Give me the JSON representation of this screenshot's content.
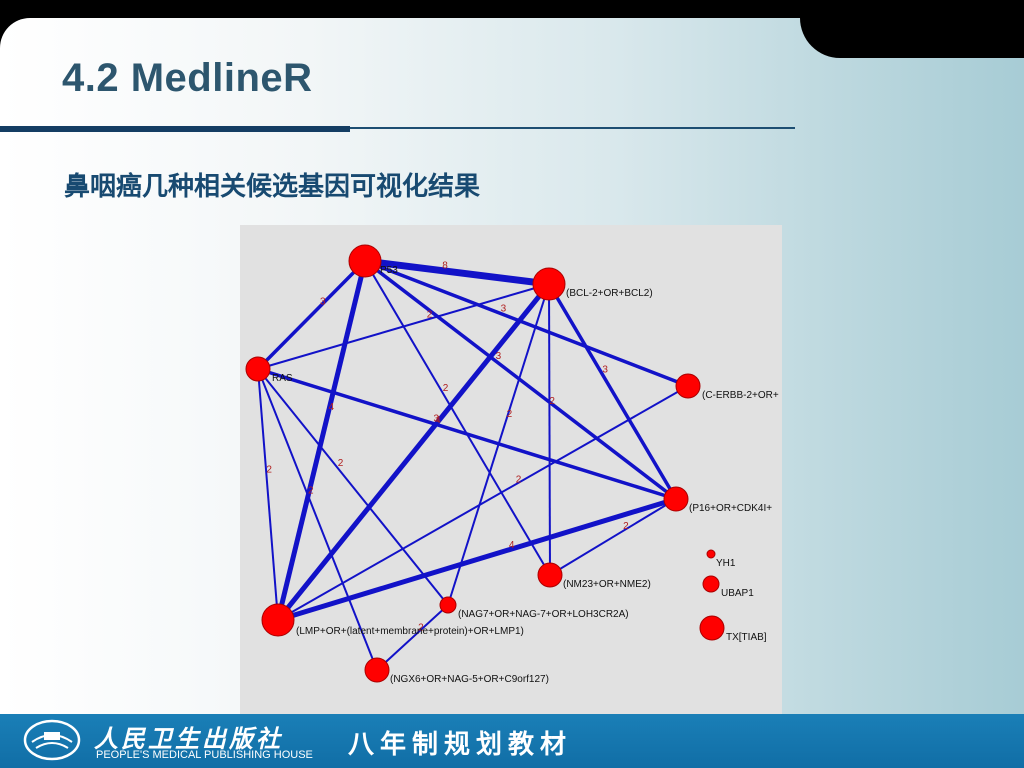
{
  "slide": {
    "title": "4.2 MedlineR",
    "subtitle": "鼻咽癌几种相关候选基因可视化结果"
  },
  "graph": {
    "nodes": [
      {
        "id": "p53",
        "label": "P53"
      },
      {
        "id": "bcl2",
        "label": "(BCL-2+OR+BCL2)"
      },
      {
        "id": "ras",
        "label": "RAS"
      },
      {
        "id": "cerbb2",
        "label": "(C-ERBB-2+OR+"
      },
      {
        "id": "p16",
        "label": "(P16+OR+CDK4I+"
      },
      {
        "id": "nm23",
        "label": "(NM23+OR+NME2)"
      },
      {
        "id": "nag7",
        "label": "(NAG7+OR+NAG-7+OR+LOH3CR2A)"
      },
      {
        "id": "lmp",
        "label": "(LMP+OR+(latent+membrane+protein)+OR+LMP1)"
      },
      {
        "id": "ngx6",
        "label": "(NGX6+OR+NAG-5+OR+C9orf127)"
      },
      {
        "id": "yh1",
        "label": "YH1"
      },
      {
        "id": "ubap1",
        "label": "UBAP1"
      },
      {
        "id": "tx",
        "label": "TX[TIAB]"
      }
    ],
    "edges": [
      {
        "from": "p53",
        "to": "bcl2",
        "weight": "8"
      },
      {
        "from": "p53",
        "to": "ras",
        "weight": "3"
      },
      {
        "from": "p53",
        "to": "cerbb2",
        "weight": "3"
      },
      {
        "from": "p53",
        "to": "p16",
        "weight": "3"
      },
      {
        "from": "p53",
        "to": "lmp",
        "weight": "4"
      },
      {
        "from": "p53",
        "to": "nm23",
        "weight": "2"
      },
      {
        "from": "bcl2",
        "to": "ras",
        "weight": "2"
      },
      {
        "from": "bcl2",
        "to": "lmp",
        "weight": "4"
      },
      {
        "from": "bcl2",
        "to": "p16",
        "weight": "3"
      },
      {
        "from": "bcl2",
        "to": "nm23",
        "weight": "2"
      },
      {
        "from": "bcl2",
        "to": "nag7",
        "weight": "2"
      },
      {
        "from": "ras",
        "to": "p16",
        "weight": "3"
      },
      {
        "from": "ras",
        "to": "lmp",
        "weight": "2"
      },
      {
        "from": "ras",
        "to": "ngx6",
        "weight": "2"
      },
      {
        "from": "ras",
        "to": "nag7",
        "weight": "2"
      },
      {
        "from": "cerbb2",
        "to": "lmp",
        "weight": "2"
      },
      {
        "from": "p16",
        "to": "lmp",
        "weight": "4"
      },
      {
        "from": "p16",
        "to": "nm23",
        "weight": "2"
      },
      {
        "from": "nag7",
        "to": "ngx6",
        "weight": "2"
      }
    ]
  },
  "footer": {
    "publisher_cn": "人民卫生出版社",
    "publisher_en": "PEOPLE'S MEDICAL PUBLISHING HOUSE",
    "series": "八年制规划教材"
  },
  "colors": {
    "node": "#ff0000",
    "edge": "#1212c8",
    "edge_label": "#b02020",
    "title": "#2d566e",
    "footer": "#1477b0"
  }
}
